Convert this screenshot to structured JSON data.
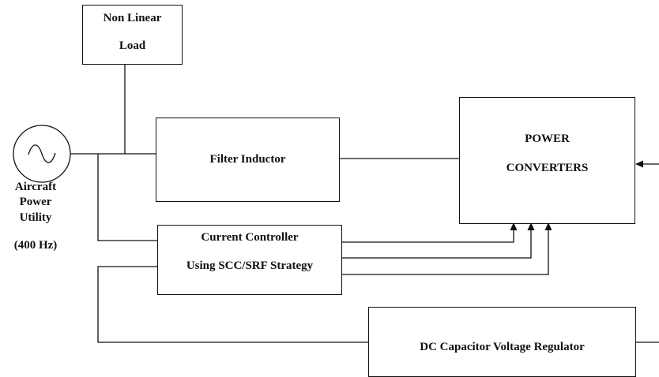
{
  "blocks": {
    "nonlinear_load": {
      "line1": "Non Linear",
      "line2": "Load"
    },
    "filter_inductor": {
      "label": "Filter Inductor"
    },
    "power_converters": {
      "line1": "POWER",
      "line2": "CONVERTERS"
    },
    "current_controller": {
      "line1": "Current Controller",
      "line2": "Using SCC/SRF Strategy"
    },
    "dc_regulator": {
      "label": "DC Capacitor Voltage Regulator"
    }
  },
  "source": {
    "icon": "ac-source-icon",
    "line1": "Aircraft",
    "line2": "Power",
    "line3": "Utility",
    "line4": "(400 Hz)"
  }
}
